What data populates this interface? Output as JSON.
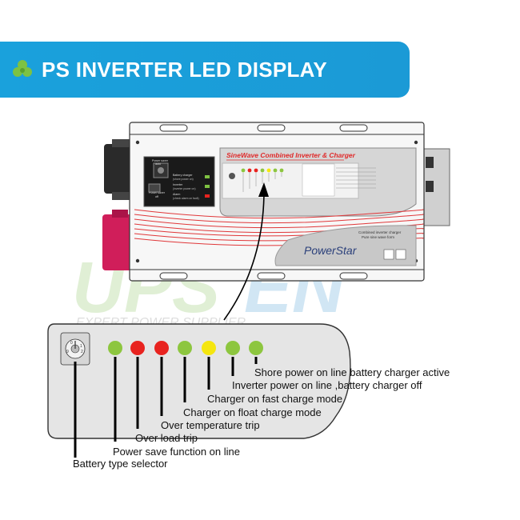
{
  "banner": {
    "title": "PS INVERTER LED DISPLAY",
    "icon": "clover-icon"
  },
  "watermark": {
    "brand": "UPSEN",
    "tagline": "EXPERT POWER SUPPLIER"
  },
  "device": {
    "header_text": "SineWave Combined Inverter & Charger",
    "brand": "PowerStar",
    "sub_text_1": "Combined inverter charger",
    "sub_text_2": "Pure sine wave form",
    "panel_labels": [
      "Power saver",
      "auto",
      "Battery charger",
      "(shore power on)",
      "Inverter",
      "(inverter power on)",
      "Power saver",
      "off",
      "Alarm",
      "(check alarm on fault)"
    ]
  },
  "legend": {
    "labels": [
      "Shore power on line battery charger active",
      "Inverter power on line ,battery charger off",
      "Charger on fast charge mode",
      "Charger on float charge mode",
      "Over temperature trip",
      "Over load trip",
      "Power save function on line",
      "Battery type selector"
    ],
    "led_colors": [
      "#8dc63f",
      "#e8231f",
      "#e8231f",
      "#8dc63f",
      "#f5e60f",
      "#8dc63f",
      "#8dc63f"
    ],
    "dial_digits": "0123456789"
  }
}
